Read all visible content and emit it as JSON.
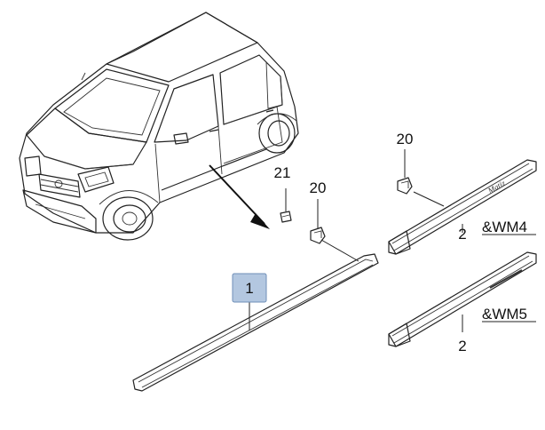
{
  "callouts": {
    "molding_main": "1",
    "clip_upper": "20",
    "clip_lower": "20",
    "screw": "21",
    "molding_wm4": "2",
    "molding_wm5": "2"
  },
  "variants": {
    "wm4": "&WM4",
    "wm5": "&WM5"
  },
  "colors": {
    "highlight_box": "#b3c7e0",
    "line": "#222222"
  }
}
